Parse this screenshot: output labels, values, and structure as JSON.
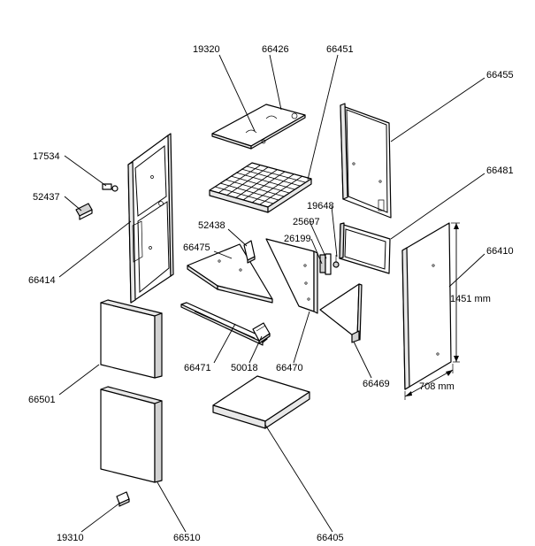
{
  "labels": {
    "p19320": "19320",
    "p66426": "66426",
    "p66451": "66451",
    "p66455": "66455",
    "p17534": "17534",
    "p52437": "52437",
    "p66414": "66414",
    "p52438": "52438",
    "p66475": "66475",
    "p19648": "19648",
    "p25697": "25697",
    "p26199": "26199",
    "p66481": "66481",
    "p66410": "66410",
    "p66471": "66471",
    "p50018": "50018",
    "p66470": "66470",
    "p66469": "66469",
    "p66501": "66501",
    "p66405": "66405",
    "p19310": "19310",
    "p66510": "66510"
  },
  "dimensions": {
    "height": "1451 mm",
    "width": "708 mm"
  }
}
